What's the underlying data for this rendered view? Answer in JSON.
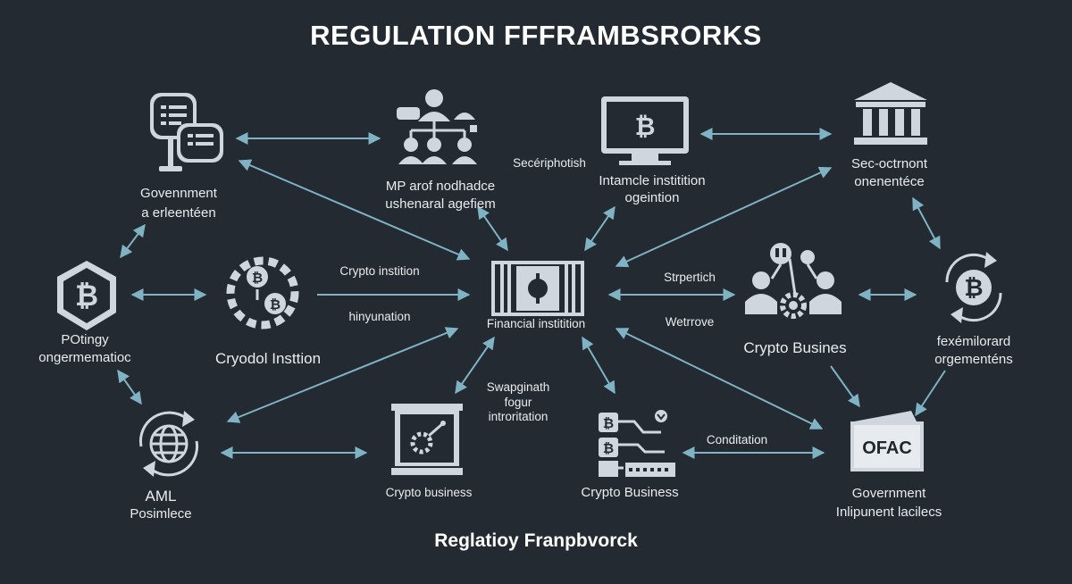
{
  "title": "REGULATION FFFRAMBSRORKS",
  "subtitle": "Reglatioy Franpbvorck",
  "nodes": {
    "gov_doc": {
      "line1": "Govennment",
      "line2": "a erleentéen"
    },
    "people_tree": {
      "line1": "MP arof nodhadce",
      "line2": "ushenaral agefiem"
    },
    "monitor": {
      "line1": "Intamcle institition",
      "line2": "ogeintion"
    },
    "bank": {
      "line1": "Sec-octrnont",
      "line2": "onenentéce"
    },
    "shield": {
      "line1": "POtingy",
      "line2": "ongermematioc"
    },
    "crypto_gears": {
      "line1": "Cryodol Insttion"
    },
    "center": {
      "line1": "Financial institition"
    },
    "crypto_people": {
      "line1": "Crypto Busines"
    },
    "btc_cycle": {
      "line1": "fexémilorard",
      "line2": "orgementéns"
    },
    "aml": {
      "line1": "AML",
      "line2": "Posimlece"
    },
    "crypto_board": {
      "line1": "Crypto business"
    },
    "crypto_circuit": {
      "line1": "Crypto Business"
    },
    "ofac": {
      "line1": "Government",
      "line2": "Inlipunent lacilecs",
      "badge": "OFAC"
    }
  },
  "edge_labels": {
    "top_middle": "Secériphotish",
    "crypto_inst": "Crypto instition",
    "hinyunation": "hinyunation",
    "strpertich": "Strpertich",
    "wetrrove": "Wetrrove",
    "swapgination": [
      "Swapginath",
      "fogur",
      "introritation"
    ],
    "conditation": "Conditation"
  },
  "colors": {
    "background": "#232a31",
    "arrow": "#7fb3c4",
    "icon": "#cfd6de",
    "text": "#e8ecef"
  }
}
